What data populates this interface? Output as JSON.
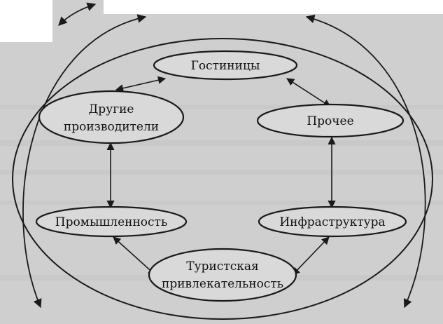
{
  "diagram": {
    "nodes": {
      "hotels": "Гостиницы",
      "other_producers_line1": "Другие",
      "other_producers_line2": "производители",
      "other": "Прочее",
      "industry": "Промышленность",
      "infrastructure": "Инфраструктура",
      "attractiveness_line1": "Туристская",
      "attractiveness_line2": "привлекательность"
    }
  },
  "colors": {
    "scan_background": "#cfcfcf",
    "ink": "#1a1a1a",
    "node_fill": "#d9d9d9"
  }
}
